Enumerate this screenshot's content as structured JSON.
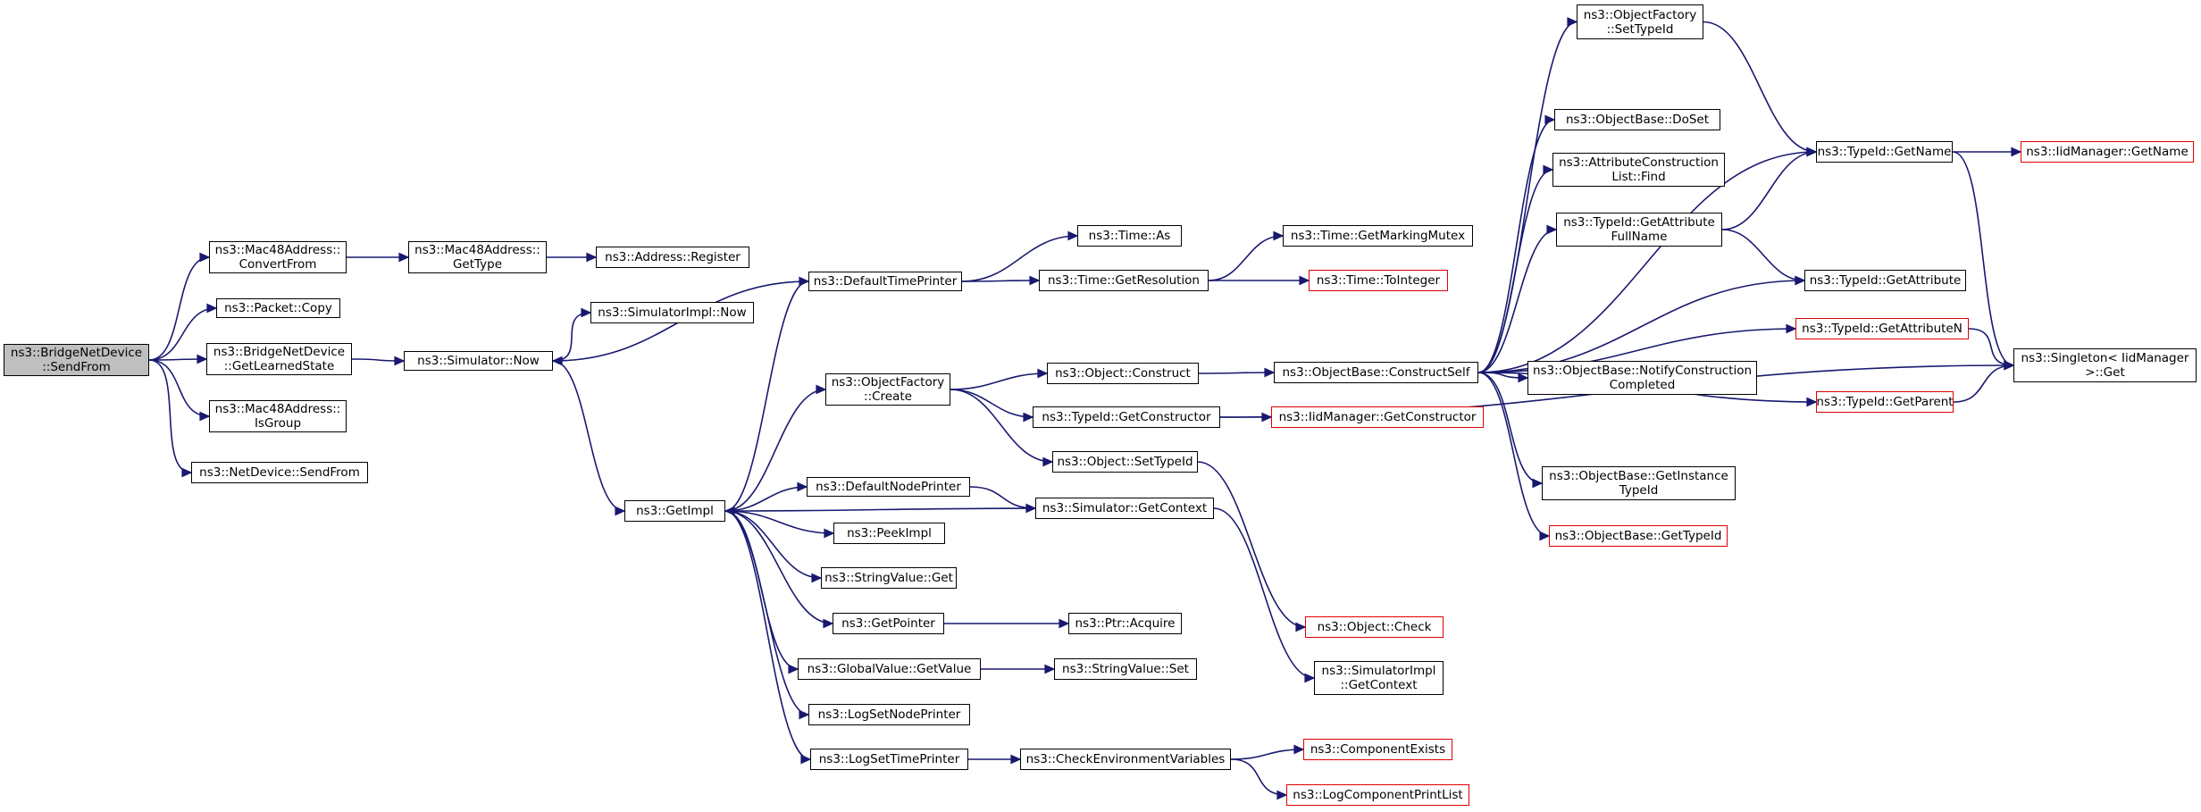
{
  "graph": {
    "nodes": [
      {
        "id": "root",
        "lines": [
          "ns3::BridgeNetDevice",
          "::SendFrom"
        ],
        "style": "root"
      },
      {
        "id": "mac_convert",
        "lines": [
          "ns3::Mac48Address::",
          "ConvertFrom"
        ],
        "style": "normal"
      },
      {
        "id": "packet_copy",
        "lines": [
          "ns3::Packet::Copy"
        ],
        "style": "normal"
      },
      {
        "id": "bridge_learned",
        "lines": [
          "ns3::BridgeNetDevice",
          "::GetLearnedState"
        ],
        "style": "normal"
      },
      {
        "id": "mac_isgroup",
        "lines": [
          "ns3::Mac48Address::",
          "IsGroup"
        ],
        "style": "normal"
      },
      {
        "id": "netdev_sendfrom",
        "lines": [
          "ns3::NetDevice::SendFrom"
        ],
        "style": "normal"
      },
      {
        "id": "mac_gettype",
        "lines": [
          "ns3::Mac48Address::",
          "GetType"
        ],
        "style": "normal"
      },
      {
        "id": "addr_register",
        "lines": [
          "ns3::Address::Register"
        ],
        "style": "normal"
      },
      {
        "id": "sim_now",
        "lines": [
          "ns3::Simulator::Now"
        ],
        "style": "normal"
      },
      {
        "id": "simimpl_now",
        "lines": [
          "ns3::SimulatorImpl::Now"
        ],
        "style": "normal"
      },
      {
        "id": "getimpl",
        "lines": [
          "ns3::GetImpl"
        ],
        "style": "normal"
      },
      {
        "id": "default_time_printer",
        "lines": [
          "ns3::DefaultTimePrinter"
        ],
        "style": "normal"
      },
      {
        "id": "time_as",
        "lines": [
          "ns3::Time::As"
        ],
        "style": "normal"
      },
      {
        "id": "time_getres",
        "lines": [
          "ns3::Time::GetResolution"
        ],
        "style": "normal"
      },
      {
        "id": "time_marking",
        "lines": [
          "ns3::Time::GetMarkingMutex"
        ],
        "style": "normal"
      },
      {
        "id": "time_tointeger",
        "lines": [
          "ns3::Time::ToInteger"
        ],
        "style": "red"
      },
      {
        "id": "objfactory_create",
        "lines": [
          "ns3::ObjectFactory",
          "::Create"
        ],
        "style": "normal"
      },
      {
        "id": "object_construct",
        "lines": [
          "ns3::Object::Construct"
        ],
        "style": "normal"
      },
      {
        "id": "typeid_getctor",
        "lines": [
          "ns3::TypeId::GetConstructor"
        ],
        "style": "normal"
      },
      {
        "id": "iid_getctor",
        "lines": [
          "ns3::IidManager::GetConstructor"
        ],
        "style": "red"
      },
      {
        "id": "object_settypeid",
        "lines": [
          "ns3::Object::SetTypeId"
        ],
        "style": "normal"
      },
      {
        "id": "default_node_printer",
        "lines": [
          "ns3::DefaultNodePrinter"
        ],
        "style": "normal"
      },
      {
        "id": "sim_getcontext",
        "lines": [
          "ns3::Simulator::GetContext"
        ],
        "style": "normal"
      },
      {
        "id": "peekimpl",
        "lines": [
          "ns3::PeekImpl"
        ],
        "style": "normal"
      },
      {
        "id": "stringvalue_get",
        "lines": [
          "ns3::StringValue::Get"
        ],
        "style": "normal"
      },
      {
        "id": "getpointer",
        "lines": [
          "ns3::GetPointer"
        ],
        "style": "normal"
      },
      {
        "id": "ptr_acquire",
        "lines": [
          "ns3::Ptr::Acquire"
        ],
        "style": "normal"
      },
      {
        "id": "globalvalue_getvalue",
        "lines": [
          "ns3::GlobalValue::GetValue"
        ],
        "style": "normal"
      },
      {
        "id": "stringvalue_set",
        "lines": [
          "ns3::StringValue::Set"
        ],
        "style": "normal"
      },
      {
        "id": "logset_node",
        "lines": [
          "ns3::LogSetNodePrinter"
        ],
        "style": "normal"
      },
      {
        "id": "logset_time",
        "lines": [
          "ns3::LogSetTimePrinter"
        ],
        "style": "normal"
      },
      {
        "id": "check_env",
        "lines": [
          "ns3::CheckEnvironmentVariables"
        ],
        "style": "normal"
      },
      {
        "id": "component_exists",
        "lines": [
          "ns3::ComponentExists"
        ],
        "style": "red"
      },
      {
        "id": "log_component_print",
        "lines": [
          "ns3::LogComponentPrintList"
        ],
        "style": "red"
      },
      {
        "id": "object_check",
        "lines": [
          "ns3::Object::Check"
        ],
        "style": "red"
      },
      {
        "id": "simimpl_getcontext",
        "lines": [
          "ns3::SimulatorImpl",
          "::GetContext"
        ],
        "style": "normal"
      },
      {
        "id": "objbase_constructself",
        "lines": [
          "ns3::ObjectBase::ConstructSelf"
        ],
        "style": "normal"
      },
      {
        "id": "objfactory_settypeid",
        "lines": [
          "ns3::ObjectFactory",
          "::SetTypeId"
        ],
        "style": "normal"
      },
      {
        "id": "objbase_doset",
        "lines": [
          "ns3::ObjectBase::DoSet"
        ],
        "style": "normal"
      },
      {
        "id": "attr_construction_find",
        "lines": [
          "ns3::AttributeConstruction",
          "List::Find"
        ],
        "style": "normal"
      },
      {
        "id": "typeid_getattr_fullname",
        "lines": [
          "ns3::TypeId::GetAttribute",
          "FullName"
        ],
        "style": "normal"
      },
      {
        "id": "objbase_notify",
        "lines": [
          "ns3::ObjectBase::NotifyConstruction",
          "Completed"
        ],
        "style": "normal"
      },
      {
        "id": "objbase_getinstance",
        "lines": [
          "ns3::ObjectBase::GetInstance",
          "TypeId"
        ],
        "style": "normal"
      },
      {
        "id": "objbase_gettypeid",
        "lines": [
          "ns3::ObjectBase::GetTypeId"
        ],
        "style": "red"
      },
      {
        "id": "typeid_getname",
        "lines": [
          "ns3::TypeId::GetName"
        ],
        "style": "normal"
      },
      {
        "id": "iid_getname",
        "lines": [
          "ns3::IidManager::GetName"
        ],
        "style": "red"
      },
      {
        "id": "typeid_getattribute",
        "lines": [
          "ns3::TypeId::GetAttribute"
        ],
        "style": "normal"
      },
      {
        "id": "typeid_getattributen",
        "lines": [
          "ns3::TypeId::GetAttributeN"
        ],
        "style": "red"
      },
      {
        "id": "typeid_getparent",
        "lines": [
          "ns3::TypeId::GetParent"
        ],
        "style": "red"
      },
      {
        "id": "singleton_get",
        "lines": [
          "ns3::Singleton< IidManager",
          ">::Get"
        ],
        "style": "normal"
      }
    ],
    "edges": [
      [
        "root",
        "mac_convert"
      ],
      [
        "root",
        "packet_copy"
      ],
      [
        "root",
        "bridge_learned"
      ],
      [
        "root",
        "mac_isgroup"
      ],
      [
        "root",
        "netdev_sendfrom"
      ],
      [
        "mac_convert",
        "mac_gettype"
      ],
      [
        "mac_gettype",
        "addr_register"
      ],
      [
        "bridge_learned",
        "sim_now"
      ],
      [
        "sim_now",
        "simimpl_now"
      ],
      [
        "sim_now",
        "getimpl"
      ],
      [
        "getimpl",
        "default_time_printer"
      ],
      [
        "getimpl",
        "objfactory_create"
      ],
      [
        "getimpl",
        "default_node_printer"
      ],
      [
        "getimpl",
        "peekimpl"
      ],
      [
        "getimpl",
        "stringvalue_get"
      ],
      [
        "getimpl",
        "getpointer"
      ],
      [
        "getimpl",
        "globalvalue_getvalue"
      ],
      [
        "getimpl",
        "logset_node"
      ],
      [
        "getimpl",
        "logset_time"
      ],
      [
        "default_time_printer",
        "time_as"
      ],
      [
        "default_time_printer",
        "time_getres"
      ],
      [
        "default_time_printer",
        "sim_now"
      ],
      [
        "time_getres",
        "time_marking"
      ],
      [
        "time_getres",
        "time_tointeger"
      ],
      [
        "objfactory_create",
        "object_construct"
      ],
      [
        "objfactory_create",
        "typeid_getctor"
      ],
      [
        "objfactory_create",
        "object_settypeid"
      ],
      [
        "object_construct",
        "objbase_constructself"
      ],
      [
        "typeid_getctor",
        "iid_getctor"
      ],
      [
        "typeid_getctor",
        "singleton_get"
      ],
      [
        "object_settypeid",
        "object_check"
      ],
      [
        "default_node_printer",
        "sim_getcontext"
      ],
      [
        "sim_getcontext",
        "getimpl"
      ],
      [
        "sim_getcontext",
        "simimpl_getcontext"
      ],
      [
        "getpointer",
        "ptr_acquire"
      ],
      [
        "globalvalue_getvalue",
        "stringvalue_set"
      ],
      [
        "logset_time",
        "check_env"
      ],
      [
        "check_env",
        "component_exists"
      ],
      [
        "check_env",
        "log_component_print"
      ],
      [
        "objbase_constructself",
        "objfactory_settypeid"
      ],
      [
        "objbase_constructself",
        "typeid_getname"
      ],
      [
        "objbase_constructself",
        "objbase_doset"
      ],
      [
        "objbase_constructself",
        "attr_construction_find"
      ],
      [
        "objbase_constructself",
        "typeid_getattr_fullname"
      ],
      [
        "objbase_constructself",
        "typeid_getattribute"
      ],
      [
        "objbase_constructself",
        "typeid_getattributen"
      ],
      [
        "objbase_constructself",
        "objbase_notify"
      ],
      [
        "objbase_constructself",
        "typeid_getparent"
      ],
      [
        "objbase_constructself",
        "objbase_getinstance"
      ],
      [
        "objbase_constructself",
        "objbase_gettypeid"
      ],
      [
        "objfactory_settypeid",
        "typeid_getname"
      ],
      [
        "typeid_getattr_fullname",
        "typeid_getname"
      ],
      [
        "typeid_getattr_fullname",
        "typeid_getattribute"
      ],
      [
        "typeid_getname",
        "iid_getname"
      ],
      [
        "typeid_getname",
        "singleton_get"
      ],
      [
        "typeid_getattributen",
        "singleton_get"
      ],
      [
        "typeid_getparent",
        "singleton_get"
      ]
    ]
  }
}
